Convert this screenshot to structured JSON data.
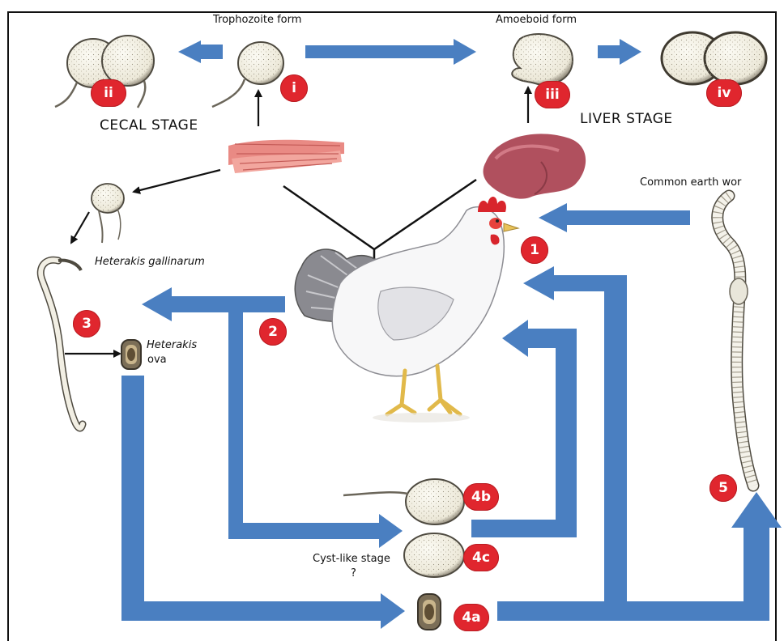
{
  "labels": {
    "trophozoite": "Trophozoite form",
    "amoeboid": "Amoeboid form",
    "cecal_stage": "CECAL STAGE",
    "liver_stage": "LIVER STAGE",
    "earthworm": "Common earth wor",
    "heterakis_gallinarum": "Heterakis gallinarum",
    "heterakis_ova_1": "Heterakis",
    "heterakis_ova_2": "ova",
    "cyst_like": "Cyst-like stage",
    "cyst_question": "?"
  },
  "badges": {
    "i": "i",
    "ii": "ii",
    "iii": "iii",
    "iv": "iv",
    "b1": "1",
    "b2": "2",
    "b3": "3",
    "b4a": "4a",
    "b4b": "4b",
    "b4c": "4c",
    "b5": "5"
  },
  "colors": {
    "arrow_blue": "#4a7fc1",
    "badge_red": "#e0262e",
    "cell_fill": "#f1efe4",
    "cell_stroke": "#5a5548",
    "liver": "#b0505e",
    "muscle": "#e98a84"
  }
}
